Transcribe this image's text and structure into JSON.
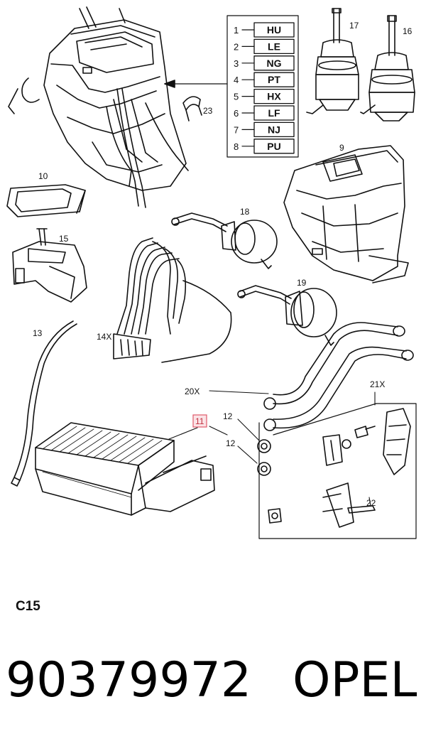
{
  "diagram": {
    "option_codes": [
      {
        "index": "1",
        "code": "HU"
      },
      {
        "index": "2",
        "code": "LE"
      },
      {
        "index": "3",
        "code": "NG"
      },
      {
        "index": "4",
        "code": "PT"
      },
      {
        "index": "5",
        "code": "HX"
      },
      {
        "index": "6",
        "code": "LF"
      },
      {
        "index": "7",
        "code": "NJ"
      },
      {
        "index": "8",
        "code": "PU"
      }
    ],
    "callouts": {
      "c9": "9",
      "c10": "10",
      "c11": "11",
      "c12a": "12",
      "c12b": "12",
      "c13": "13",
      "c14x": "14X",
      "c15": "15",
      "c16": "16",
      "c17": "17",
      "c18": "18",
      "c19": "19",
      "c20x": "20X",
      "c21x": "21X",
      "c22": "22",
      "c23": "23"
    },
    "highlight_color": "#e05a6a"
  },
  "footer": {
    "section_code": "C15",
    "part_number": "90379972",
    "brand": "OPEL"
  }
}
